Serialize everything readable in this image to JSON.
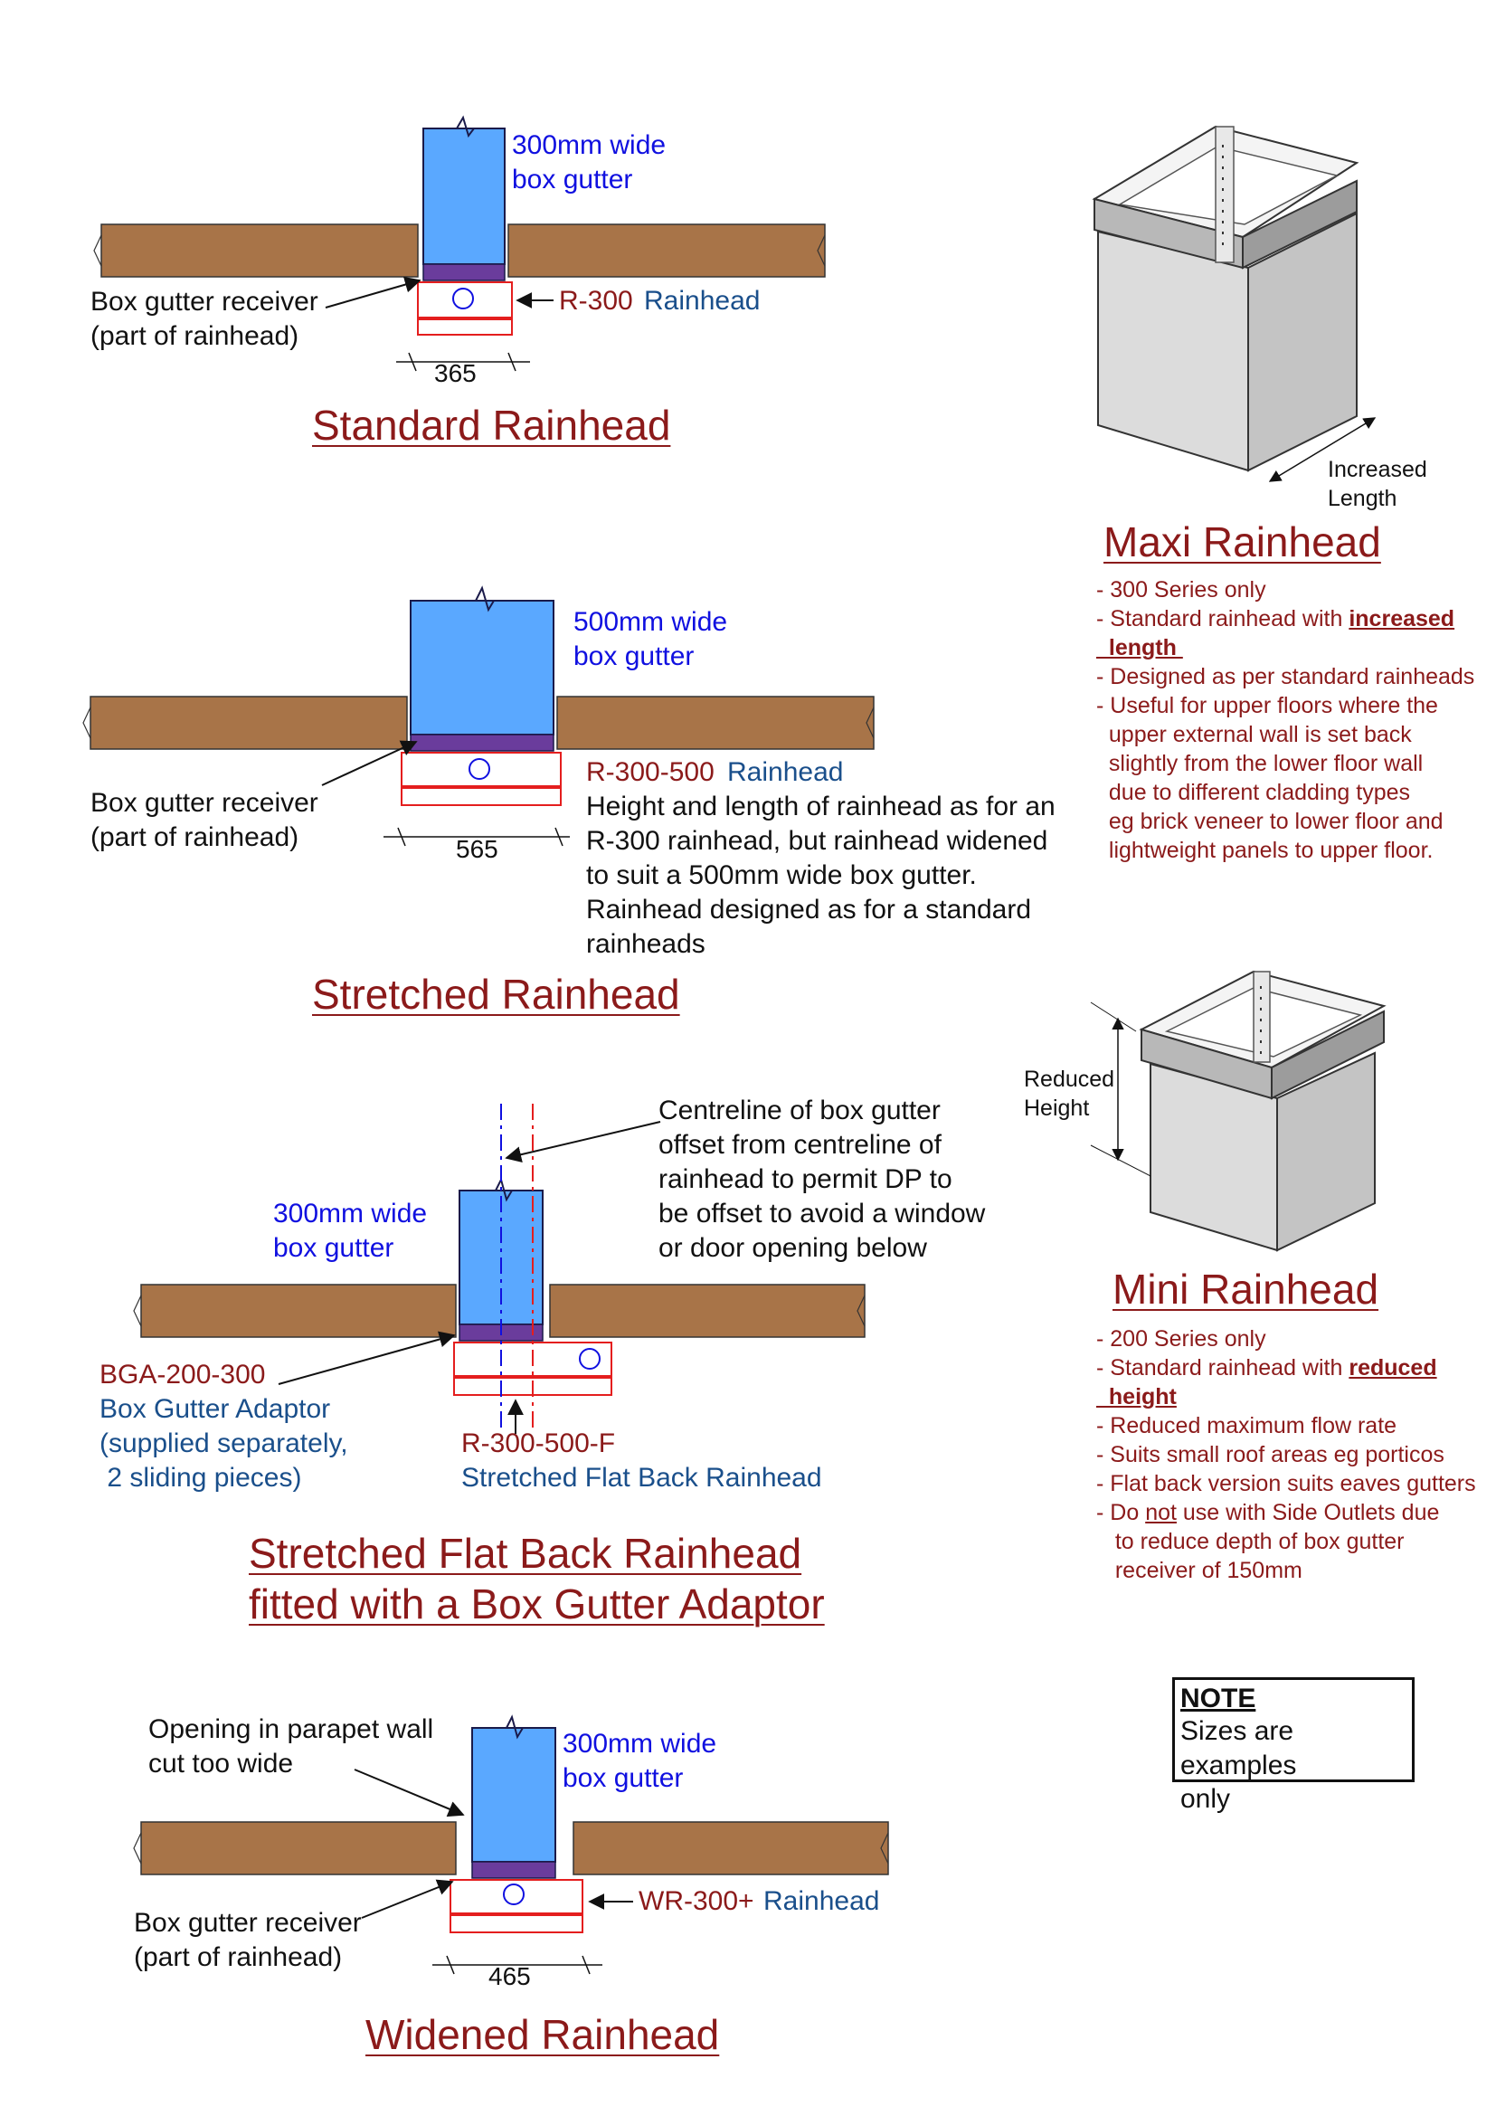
{
  "colors": {
    "wall": "#a87448",
    "gutter": "#5aa8ff",
    "gutter_outline": "#1a1a4a",
    "receiver": "#6a3c9c",
    "rainhead": "#e41e1e",
    "label_blue": "#1010e0",
    "label_navy": "#1a4f8b",
    "label_red": "#8b1a1a"
  },
  "standard": {
    "gutter_label_1": "300mm wide",
    "gutter_label_2": "box gutter",
    "receiver_label_1": "Box gutter receiver",
    "receiver_label_2": "(part of rainhead)",
    "code": "R-300",
    "code_type": "Rainhead",
    "dimension": "365",
    "title": "Standard Rainhead"
  },
  "stretched": {
    "gutter_label_1": "500mm wide",
    "gutter_label_2": "box gutter",
    "receiver_label_1": "Box gutter receiver",
    "receiver_label_2": "(part of rainhead)",
    "code": "R-300-500",
    "code_type": "Rainhead",
    "description": [
      "Height and length of rainhead as for an",
      "R-300 rainhead, but rainhead widened",
      "to suit a 500mm wide box gutter.",
      "Rainhead designed as for a standard",
      "rainheads"
    ],
    "dimension": "565",
    "title": "Stretched Rainhead"
  },
  "flatback": {
    "centreline_note": [
      "Centreline of box gutter",
      "offset from centreline of",
      "rainhead to permit DP to",
      "be offset to avoid a window",
      "or door opening below"
    ],
    "gutter_label_1": "300mm wide",
    "gutter_label_2": "box gutter",
    "adaptor_code": "BGA-200-300",
    "adaptor_lines": [
      "Box Gutter Adaptor",
      "(supplied separately,",
      " 2 sliding pieces)"
    ],
    "rainhead_code": "R-300-500-F",
    "rainhead_name": "Stretched Flat Back Rainhead",
    "title_1": "Stretched Flat Back Rainhead",
    "title_2": "fitted with a Box Gutter Adaptor"
  },
  "widened": {
    "opening_label_1": "Opening in parapet wall",
    "opening_label_2": "cut too wide",
    "gutter_label_1": "300mm wide",
    "gutter_label_2": "box gutter",
    "receiver_label_1": "Box gutter receiver",
    "receiver_label_2": "(part of rainhead)",
    "code": "WR-300+",
    "code_type": "Rainhead",
    "dimension": "465",
    "title": "Widened Rainhead"
  },
  "maxi": {
    "dim_label_1": "Increased",
    "dim_label_2": "Length",
    "title": "Maxi Rainhead",
    "bullets": [
      "- 300 Series only",
      "- Standard rainhead with ",
      "  length ",
      "- Designed as per standard rainheads",
      "- Useful for upper floors where the",
      "  upper external wall is set back",
      "  slightly from the lower floor wall",
      "  due to different cladding types",
      "  eg brick veneer to lower floor and",
      "  lightweight panels to upper floor."
    ],
    "bold_word": "increased "
  },
  "mini": {
    "dim_label_1": "Reduced",
    "dim_label_2": "Height",
    "title": "Mini Rainhead",
    "bullets": [
      "- 200 Series only",
      "- Standard rainhead with ",
      "  height",
      "- Reduced maximum flow rate",
      "- Suits small roof areas eg porticos",
      "- Flat back version suits eaves gutters",
      "- Do ",
      "   to reduce depth of box gutter",
      "   receiver of 150mm"
    ],
    "bold_word": "reduced ",
    "not_word": "not",
    "not_suffix": " use with Side Outlets due"
  },
  "note": {
    "heading": "NOTE",
    "line_1": "Sizes are examples",
    "line_2": "only"
  }
}
